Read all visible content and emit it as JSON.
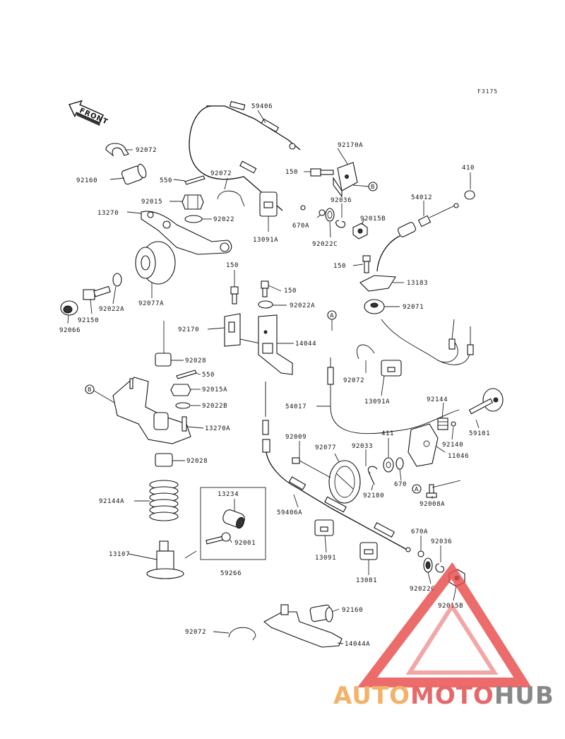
{
  "figure_id": "F3175",
  "front_label": "FRONT",
  "callout_a": "A",
  "callout_b": "B",
  "watermark": {
    "part1": "AUTO",
    "part2": "MOTO",
    "part3": "HUB",
    "colors": {
      "auto": "#f0a24a",
      "moto": "#e2474b",
      "hub": "#6e6e6e",
      "triangle": "#e84b4b"
    }
  },
  "parts": {
    "p59406": "59406",
    "p92170A": "92170A",
    "p92072_top": "92072",
    "p92160_top": "92160",
    "p550_top": "550",
    "p92072_mid": "92072",
    "p92015": "92015",
    "p13270": "13270",
    "p92022": "92022",
    "p150_top": "150",
    "p92036_top": "92036",
    "p670A_top": "670A",
    "p92015B_top": "92015B",
    "p92022C_top": "92022C",
    "p13091A_top": "13091A",
    "p410": "410",
    "p54012": "54012",
    "p150_right": "150",
    "p13183": "13183",
    "p92071": "92071",
    "p92077A": "92077A",
    "p92022A": "92022A",
    "p92150": "92150",
    "p92066": "92066",
    "p150_mid1": "150",
    "p150_mid2": "150",
    "p92022A_mid": "92022A",
    "p92170": "92170",
    "p14044": "14044",
    "p92028_top": "92028",
    "p550_mid": "550",
    "p92015A": "92015A",
    "p92022B": "92022B",
    "p13270A": "13270A",
    "p92028_bot": "92028",
    "p92144A": "92144A",
    "p13234": "13234",
    "p92001": "92001",
    "p13107": "13107",
    "p59266": "59266",
    "p92072_cable": "92072",
    "p13091A_mid": "13091A",
    "p54017": "54017",
    "p92144": "92144",
    "p59101": "59101",
    "p92009": "92009",
    "p92077": "92077",
    "p92033": "92033",
    "p411": "411",
    "p92140": "92140",
    "p11046": "11046",
    "p670": "670",
    "p92180": "92180",
    "p92008A": "92008A",
    "p59406A": "59406A",
    "p13091": "13091",
    "p13081": "13081",
    "p670A_bot": "670A",
    "p92036_bot": "92036",
    "p92022C_bot": "92022C",
    "p92015B_bot": "92015B",
    "p92160_bot": "92160",
    "p92072_bot": "92072",
    "p14044A": "14044A"
  }
}
